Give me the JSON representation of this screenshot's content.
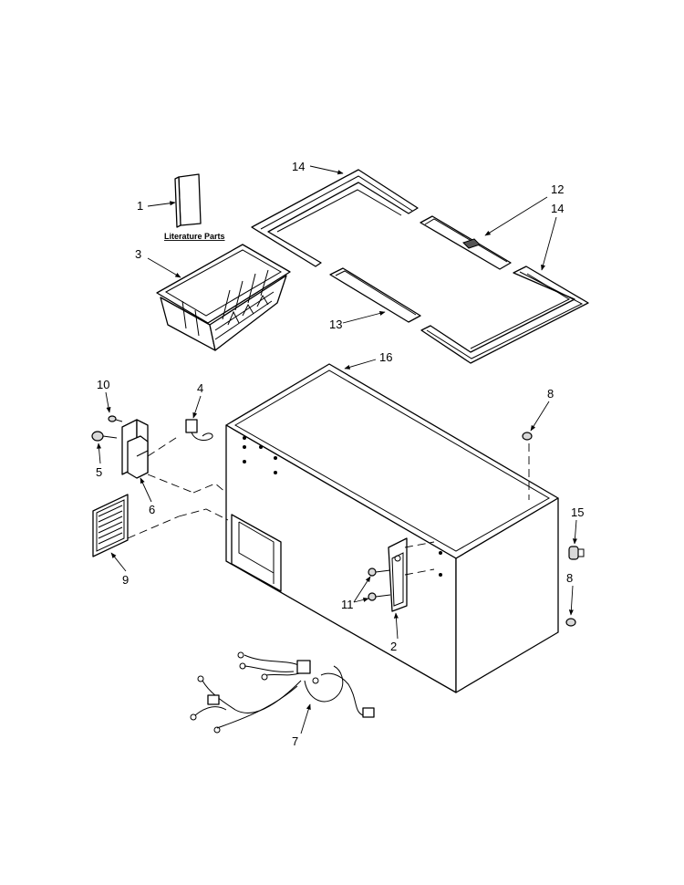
{
  "diagram": {
    "literature_label": "Literature Parts",
    "callouts": {
      "c1": "1",
      "c2": "2",
      "c3": "3",
      "c4": "4",
      "c5": "5",
      "c6": "6",
      "c7": "7",
      "c8a": "8",
      "c8b": "8",
      "c9": "9",
      "c10": "10",
      "c11": "11",
      "c12": "12",
      "c13": "13",
      "c14a": "14",
      "c14b": "14",
      "c15": "15",
      "c16": "16"
    }
  }
}
